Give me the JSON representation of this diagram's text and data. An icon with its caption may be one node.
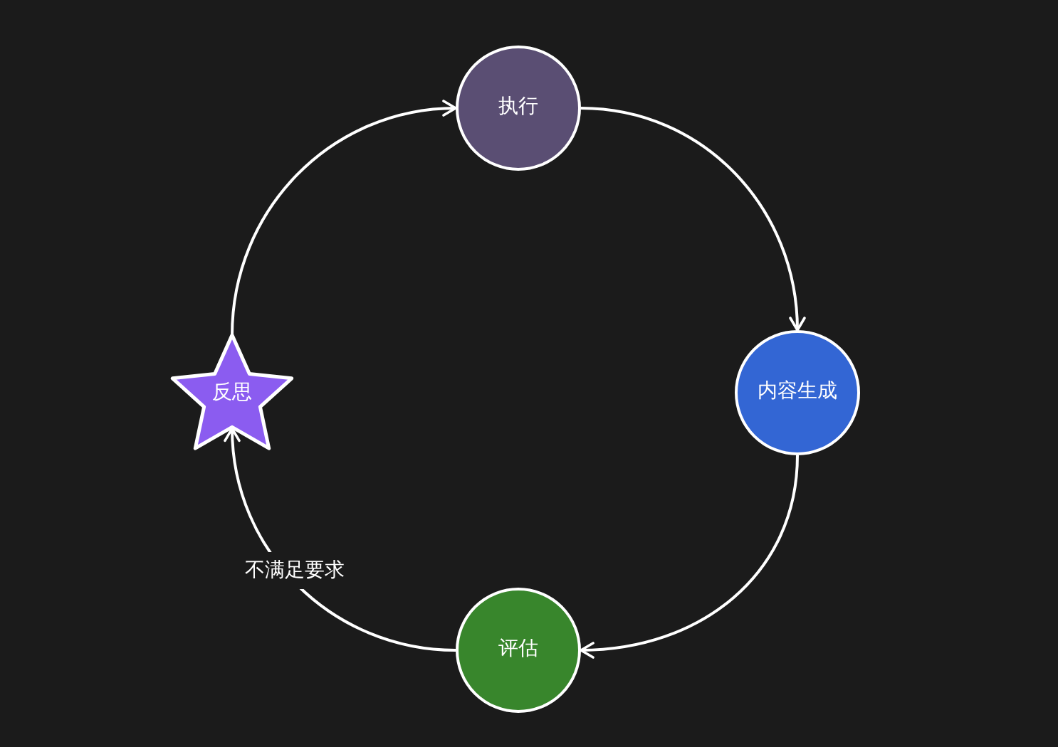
{
  "diagram": {
    "nodes": [
      {
        "text": [
          "执行"
        ]
      },
      {
        "text": [
          "内容生成"
        ]
      },
      {
        "text": [
          "评估"
        ]
      },
      {
        "text": [
          "反思"
        ]
      }
    ],
    "edges": [
      {
        "from": 0,
        "to": 1,
        "arrow": "to"
      },
      {
        "from": 1,
        "to": 2,
        "arrow": "to"
      },
      {
        "from": 2,
        "to": 3,
        "arrow": "to",
        "label": "不满足要求"
      },
      {
        "from": 3,
        "to": 0,
        "arrow": "to"
      }
    ]
  }
}
